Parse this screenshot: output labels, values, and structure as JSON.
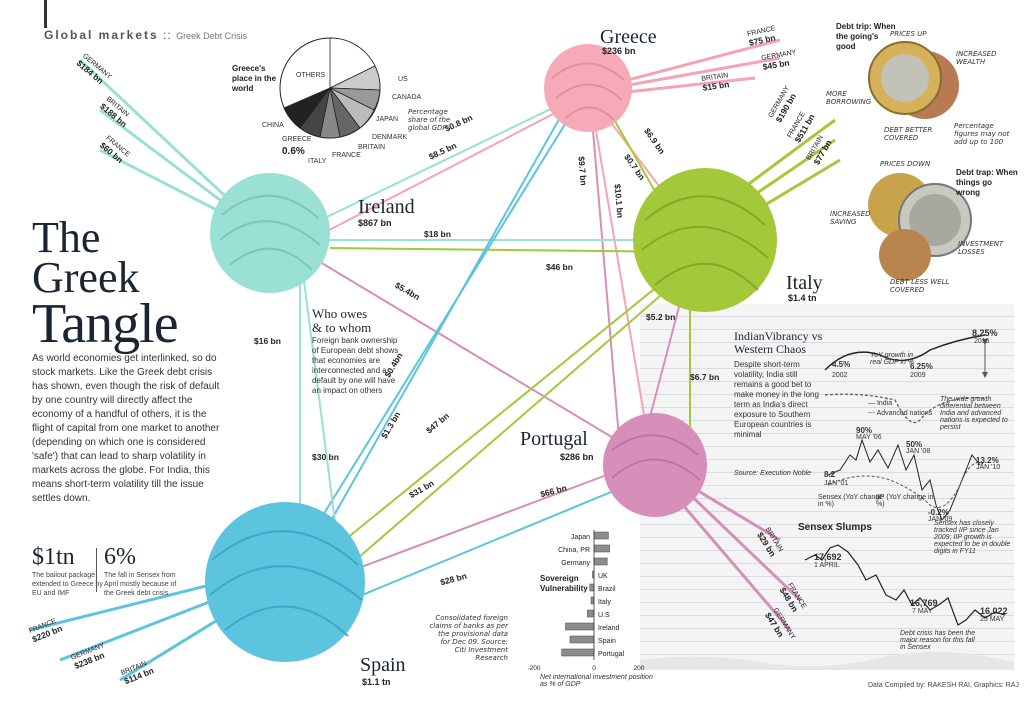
{
  "header": {
    "section": "Global markets",
    "separator": "::",
    "subtitle": "Greek Debt Crisis"
  },
  "title": {
    "line1": "The",
    "line2": "Greek",
    "line3": "Tangle"
  },
  "intro": "As world economies get interlinked, so do stock markets. Like the Greek debt crisis has shown, even though the risk of default by one country will directly affect the economy of a handful of others, it is the flight of capital from one market to another (depending on which one is considered 'safe') that can lead to sharp volatility in markets across the globe. For India, this means short-term volatility till the issue settles down.",
  "stats": [
    {
      "value": "$1tn",
      "desc": "The bailout package extended to Greece by EU and IMF"
    },
    {
      "value": "6%",
      "desc": "The fall in Sensex from April mostly because of the Greek debt crisis"
    }
  ],
  "pie": {
    "title": "Greece's place in the world",
    "labels": [
      "OTHERS",
      "US",
      "CANADA",
      "JAPAN",
      "DENMARK",
      "BRITAIN",
      "FRANCE",
      "ITALY",
      "CHINA"
    ],
    "greece_label": "GREECE",
    "greece_share": "0.6%",
    "note": "Percentage share of the global GDP"
  },
  "nodes": {
    "greece": {
      "name": "Greece",
      "value": "$236 bn",
      "color": "#f6aab8"
    },
    "ireland": {
      "name": "Ireland",
      "value": "$867 bn",
      "color": "#9ae0d4"
    },
    "italy": {
      "name": "Italy",
      "value": "$1.4 tn",
      "color": "#a3c93a"
    },
    "portugal": {
      "name": "Portugal",
      "value": "$286 bn",
      "color": "#d78fba"
    },
    "spain": {
      "name": "Spain",
      "value": "$1.1 tn",
      "color": "#5cc4de"
    }
  },
  "flows": {
    "greece_out": [
      {
        "country": "FRANCE",
        "value": "$75 bn"
      },
      {
        "country": "GERMANY",
        "value": "$45 bn"
      },
      {
        "country": "BRITAIN",
        "value": "$15 bn"
      }
    ],
    "italy_out": [
      {
        "country": "GERMANY",
        "value": "$190 bn"
      },
      {
        "country": "FRANCE",
        "value": "$511 bn"
      },
      {
        "country": "BRITAIN",
        "value": "$77 bn"
      }
    ],
    "ireland_out": [
      {
        "country": "GERMANY",
        "value": "$184 bn"
      },
      {
        "country": "BRITAIN",
        "value": "$188 bn"
      },
      {
        "country": "FRANCE",
        "value": "$60 bn"
      }
    ],
    "spain_out": [
      {
        "country": "FRANCE",
        "value": "$220 bn"
      },
      {
        "country": "GERMANY",
        "value": "$238 bn"
      },
      {
        "country": "BRITAIN",
        "value": "$114 bn"
      }
    ],
    "portugal_out": [
      {
        "country": "BRITAIN",
        "value": "$29 bn"
      },
      {
        "country": "FRANCE",
        "value": "$48 bn"
      },
      {
        "country": "GERMANY",
        "value": "$47 bn"
      }
    ],
    "links": [
      "$0.8 bn",
      "$8.5 bn",
      "$6.9 bn",
      "$0.7 bn",
      "$9.7 bn",
      "$10.1 bn",
      "$18 bn",
      "$46 bn",
      "$5.4bn",
      "$16 bn",
      "$0.4bn",
      "$1.3 bn",
      "$47 bn",
      "$30 bn",
      "$31 bn",
      "$5.2 bn",
      "$6.7 bn",
      "$66 bn",
      "$28 bn"
    ]
  },
  "who": {
    "title1": "Who owes",
    "title2": "& to whom",
    "body": "Foreign bank ownership of European debt shows that economies are interconnected and a default by one will have an impact on others"
  },
  "consolidated_note": "Consolidated foreign claims of banks as per the provisional data for Dec 09. Source: Citi Investment Research",
  "coins": {
    "trip_title": "Debt trip: When the going's good",
    "trip_labels": [
      "PRICES UP",
      "INCREASED WEALTH",
      "MORE BORROWING",
      "DEBT BETTER COVERED"
    ],
    "trap_title": "Debt trap: When things go wrong",
    "trap_labels": [
      "PRICES DOWN",
      "INCREASED SAVING",
      "INVESTMENT LOSSES",
      "DEBT LESS WELL COVERED"
    ],
    "pct_note": "Percentage figures may not add up to 100"
  },
  "india": {
    "title": "IndianVibrancy vs Western Chaos",
    "body": "Despite short-term volatility, India still remains a good bet to make money in the long term as India's direct exposure to Southern European countries is minimal",
    "growth_labels": {
      "start": "4.5%",
      "start_year": "2002",
      "mid": "6.25%",
      "mid_year": "2009",
      "end": "8.25%",
      "end_year": "2015",
      "caption": "YoY growth in real GDP in %"
    },
    "legend_india": "India",
    "legend_adv": "Advanced nations",
    "differential_note": "The wide growth differential between India and advanced nations is expected to persist",
    "source": "Source: Execution Noble",
    "sensex_iip": [
      {
        "value": "8.2",
        "date": "JAN '01"
      },
      {
        "value": "90%",
        "date": "MAY '06"
      },
      {
        "value": "50%",
        "date": "JAN '08"
      },
      {
        "value": "-0.2%",
        "date": "JAN '09"
      },
      {
        "value": "13.2%",
        "date": "JAN '10"
      }
    ],
    "legend_sensex": "Sensex (YoY change in %)",
    "legend_iip": "IIP (YoY change in %)"
  },
  "slumps": {
    "title": "Sensex Slumps",
    "note1": "Sensex has closely tracked IIP since Jan 2009; IIP growth is expected to be in double digits in FY11",
    "p1": {
      "value": "17,692",
      "date": "1 APRIL"
    },
    "p2": {
      "value": "16,769",
      "date": "7 MAY"
    },
    "p3": {
      "value": "16,022",
      "date": "25 MAY"
    },
    "note2": "Debt crisis has been the major reason for this fall in Sensex"
  },
  "chart_data": {
    "type": "bar",
    "title": "Sovereign Vulnerability",
    "categories": [
      "Japan",
      "China, PR",
      "Germany",
      "UK",
      "Brazil",
      "Italy",
      "U.S",
      "Ireland",
      "Spain",
      "Portugal"
    ],
    "values": [
      48,
      52,
      44,
      -5,
      -14,
      -10,
      -22,
      -95,
      -80,
      -108
    ],
    "xlim": [
      -200,
      200
    ],
    "ticks": [
      "-200",
      "0",
      "200"
    ],
    "xlabel": "Net international investment position as % of GDP"
  },
  "credit": "Data Compiled by: RAKESH RAI, Graphics: RAJ"
}
